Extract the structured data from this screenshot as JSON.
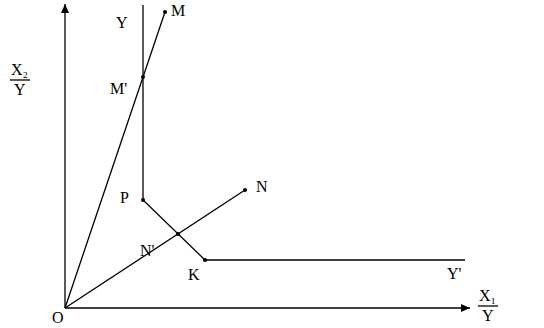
{
  "diagram": {
    "labels": [
      "X₂",
      "Y",
      "Y",
      "M",
      "M'",
      "P",
      "N",
      "N'",
      "K",
      "Y'",
      "O",
      "X₁",
      "Y"
    ]
  }
}
